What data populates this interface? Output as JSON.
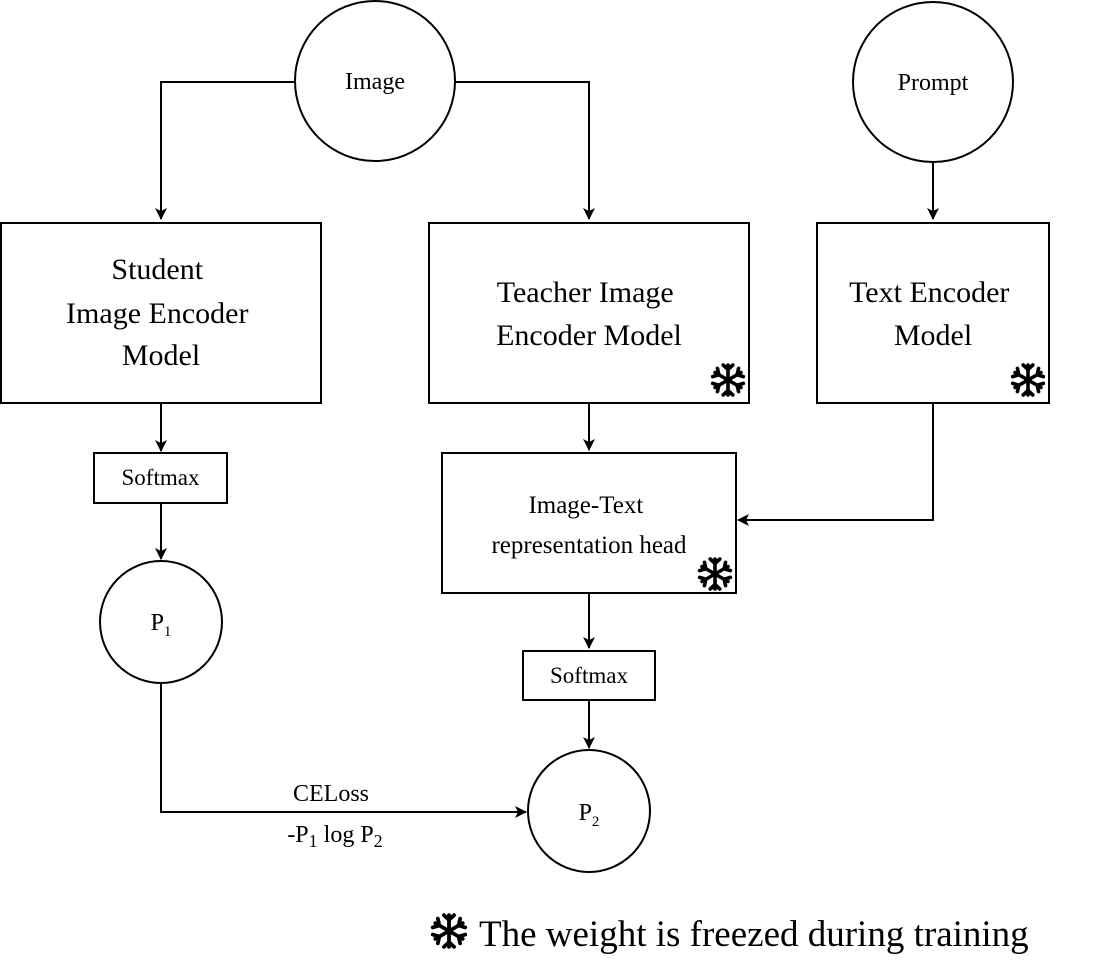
{
  "nodes": {
    "image": {
      "label": "Image"
    },
    "prompt": {
      "label": "Prompt"
    },
    "student": {
      "lines": [
        "Student",
        "Image Encoder",
        "Model"
      ]
    },
    "teacher": {
      "lines": [
        "Teacher Image",
        "Encoder Model"
      ]
    },
    "text_encoder": {
      "lines": [
        "Text Encoder",
        "Model"
      ]
    },
    "softmax_left": {
      "label": "Softmax"
    },
    "softmax_right": {
      "label": "Softmax"
    },
    "head": {
      "lines": [
        "Image-Text",
        "representation head"
      ]
    },
    "p1": {
      "base": "P",
      "sub": "1"
    },
    "p2": {
      "base": "P",
      "sub": "2"
    }
  },
  "edge_labels": {
    "loss_name": "CELoss",
    "loss_formula": {
      "a": "-P",
      "a_sub": "1",
      "mid": " log P",
      "b_sub": "2"
    }
  },
  "legend": {
    "text": "The weight is freezed during training",
    "icon": "snowflake-icon"
  }
}
